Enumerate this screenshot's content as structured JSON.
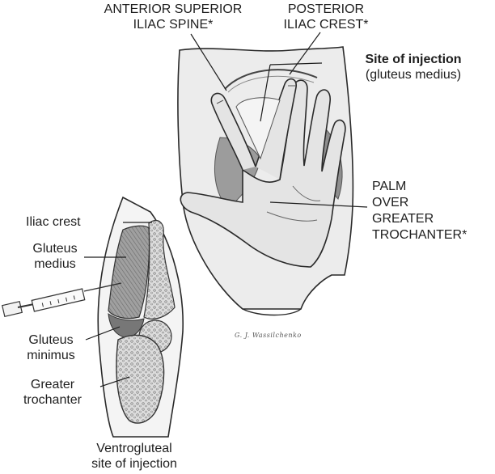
{
  "labels": {
    "anterior_superior": {
      "line1": "ANTERIOR SUPERIOR",
      "line2": "ILIAC SPINE*"
    },
    "posterior_iliac": {
      "line1": "POSTERIOR",
      "line2": "ILIAC CREST*"
    },
    "site_of_injection": {
      "line1": "Site of injection",
      "line2": "(gluteus medius)"
    },
    "palm_over": {
      "line1": "PALM",
      "line2": "OVER",
      "line3": "GREATER",
      "line4": "TROCHANTER*"
    },
    "iliac_crest": "Iliac crest",
    "gluteus_medius": {
      "line1": "Gluteus",
      "line2": "medius"
    },
    "gluteus_minimus": {
      "line1": "Gluteus",
      "line2": "minimus"
    },
    "greater_trochanter": {
      "line1": "Greater",
      "line2": "trochanter"
    },
    "caption": {
      "line1": "Ventrogluteal",
      "line2": "site of injection"
    }
  },
  "artist_signature": "G. J. Wassilchenko",
  "colors": {
    "ink": "#1e1e1e",
    "skin": "#e9e9e9",
    "muscle": "#9a9a9a",
    "bone": "#d2d2d2"
  }
}
